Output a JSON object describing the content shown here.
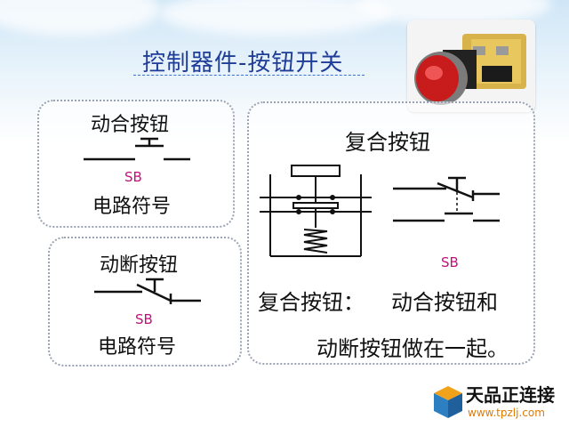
{
  "slide": {
    "title": "控制器件-按钮开关"
  },
  "nc_box": {
    "title": "动合按钮",
    "sb": "SB",
    "caption": "电路符号"
  },
  "no_box": {
    "title": "动断按钮",
    "sb": "SB",
    "caption": "电路符号"
  },
  "compound_box": {
    "title": "复合按钮",
    "sb": "SB",
    "desc_label": "复合按钮：",
    "desc_line1": "动合按钮和",
    "desc_line2": "动断按钮做在一起。"
  },
  "brand": {
    "name": "天品正连接",
    "url": "www.tpzlj.com"
  },
  "colors": {
    "title": "#1f3c98",
    "accent": "#c2127a"
  }
}
